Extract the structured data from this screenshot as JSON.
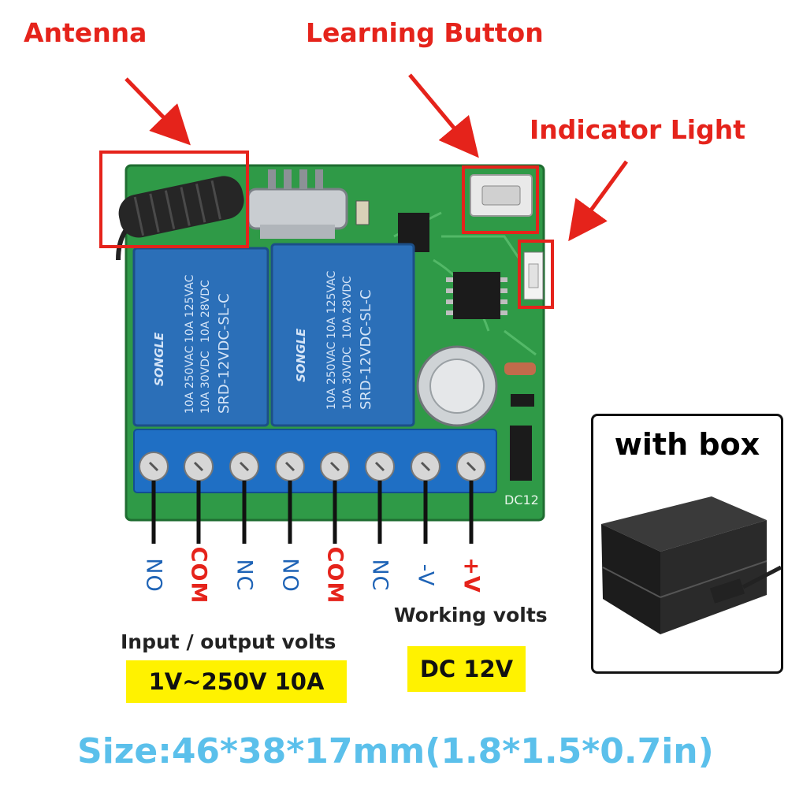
{
  "callouts": {
    "antenna": "Antenna",
    "learning_button": "Learning Button",
    "indicator_light": "Indicator Light"
  },
  "relay_markings": {
    "brand": "SONGLE",
    "ratings": [
      "10A 250VAC",
      "10A 125VAC",
      "10A 30VDC",
      "10A 28VDC"
    ],
    "model": "SRD-12VDC-SL-C"
  },
  "board_label": "DC12",
  "terminals": [
    {
      "label": "NO",
      "color": "#1e63b6"
    },
    {
      "label": "COM",
      "color": "#e5231b"
    },
    {
      "label": "NC",
      "color": "#1e63b6"
    },
    {
      "label": "NO",
      "color": "#1e63b6"
    },
    {
      "label": "COM",
      "color": "#e5231b"
    },
    {
      "label": "NC",
      "color": "#1e63b6"
    },
    {
      "label": "-V",
      "color": "#1e63b6"
    },
    {
      "label": "+V",
      "color": "#e5231b"
    }
  ],
  "io_volts": {
    "caption": "Input / output volts",
    "value": "1V~250V  10A"
  },
  "working_volts": {
    "caption": "Working volts",
    "value": "DC 12V"
  },
  "box": {
    "label": "with box"
  },
  "size": "Size:46*38*17mm(1.8*1.5*0.7in)",
  "colors": {
    "accent_red": "#e5231b",
    "highlight": "#fff200",
    "size_text": "#5bc0eb",
    "pcb_green": "#2f9a47",
    "relay_blue": "#2b6fb8",
    "terminal_blue": "#1f6fc4"
  }
}
